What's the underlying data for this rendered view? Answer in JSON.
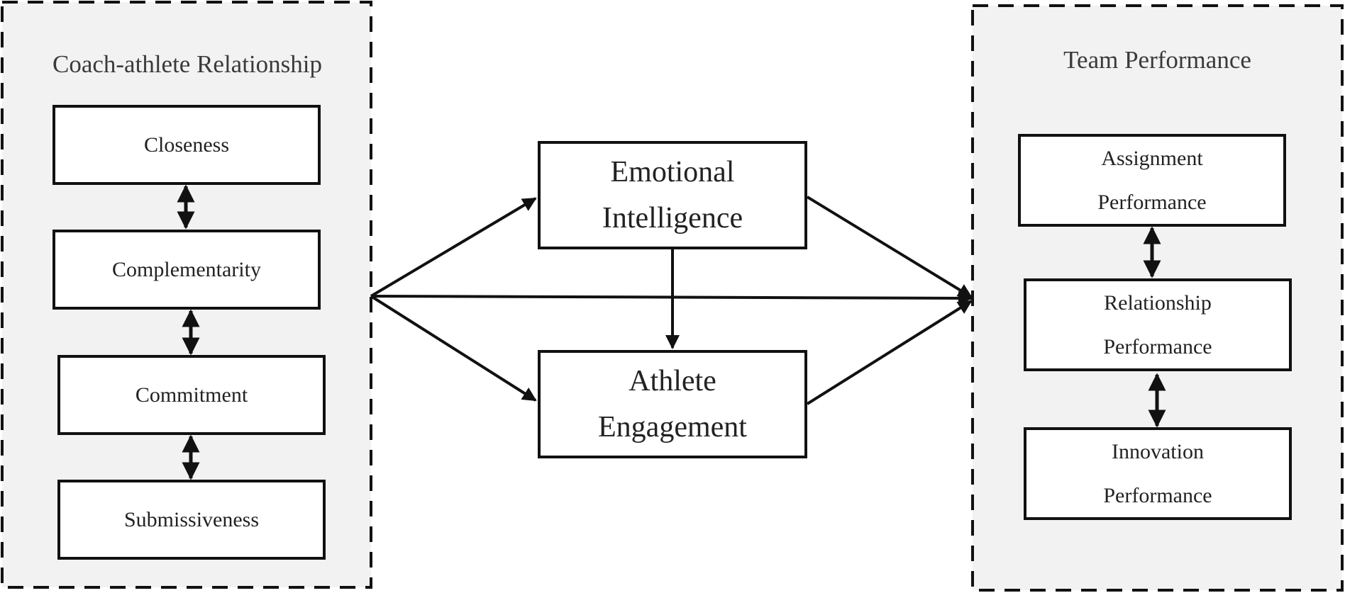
{
  "left_panel": {
    "title": "Coach-athlete Relationship",
    "items": [
      "Closeness",
      "Complementarity",
      "Commitment",
      "Submissiveness"
    ]
  },
  "middle": {
    "emotional_intelligence": [
      "Emotional",
      "Intelligence"
    ],
    "athlete_engagement": [
      "Athlete",
      "Engagement"
    ]
  },
  "right_panel": {
    "title": "Team Performance",
    "items": [
      [
        "Assignment",
        "Performance"
      ],
      [
        "Relationship",
        "Performance"
      ],
      [
        "Innovation",
        "Performance"
      ]
    ]
  },
  "colors": {
    "panel_fill": "#f2f2f2",
    "stroke": "#111111",
    "text": "#222222"
  }
}
